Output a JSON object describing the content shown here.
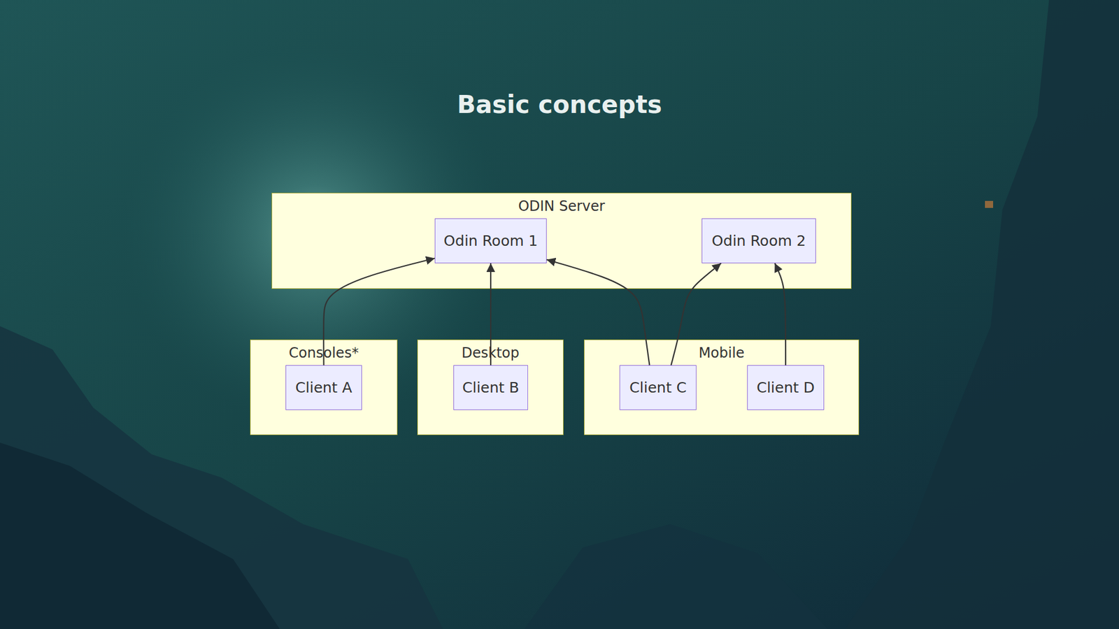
{
  "diagram": {
    "title": "Basic concepts",
    "nodes": [
      {
        "text": [
          "ODIN Server"
        ]
      },
      {
        "text": [
          "Odin Room 1"
        ],
        "in": 0
      },
      {
        "text": [
          "Odin Room 2"
        ],
        "in": 0
      },
      {
        "text": [
          "Consoles*"
        ]
      },
      {
        "text": [
          "Client A"
        ],
        "in": 3
      },
      {
        "text": [
          "Desktop"
        ]
      },
      {
        "text": [
          "Client B"
        ],
        "in": 5
      },
      {
        "text": [
          "Mobile"
        ]
      },
      {
        "text": [
          "Client C"
        ],
        "in": 7
      },
      {
        "text": [
          "Client D"
        ],
        "in": 7
      }
    ],
    "edges": [
      {
        "from": 4,
        "to": 1,
        "arrow": "to"
      },
      {
        "from": 6,
        "to": 1,
        "arrow": "to"
      },
      {
        "from": 8,
        "to": 1,
        "arrow": "to"
      },
      {
        "from": 8,
        "to": 2,
        "arrow": "to"
      },
      {
        "from": 9,
        "to": 2,
        "arrow": "to"
      }
    ]
  }
}
